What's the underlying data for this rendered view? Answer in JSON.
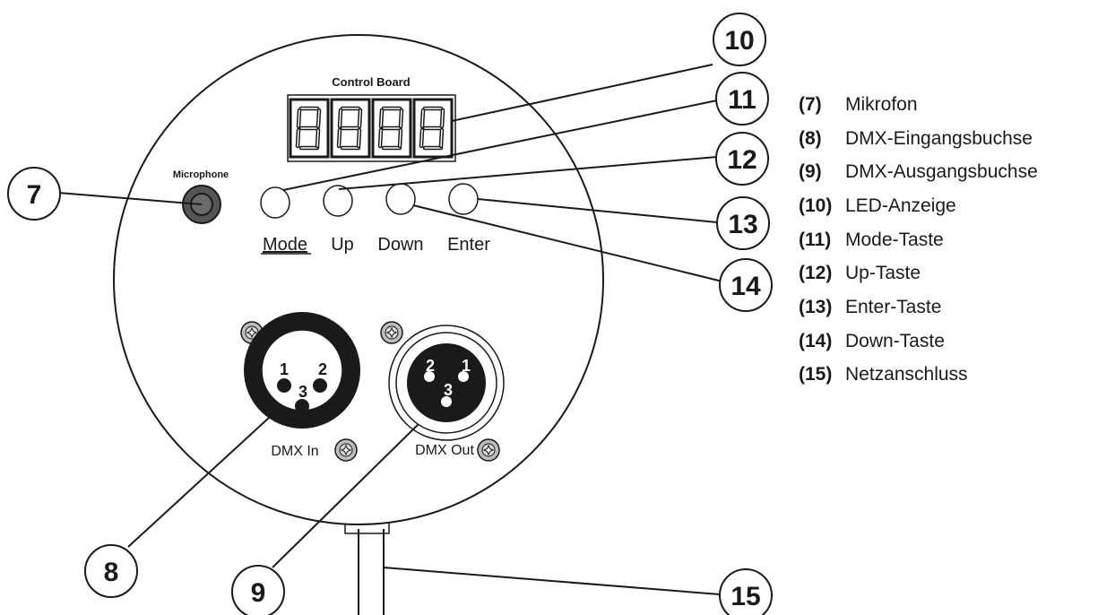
{
  "panel": {
    "control_board_label": "Control Board",
    "microphone_label": "Microphone",
    "buttons": [
      {
        "label": "Mode"
      },
      {
        "label": "Up"
      },
      {
        "label": "Down"
      },
      {
        "label": "Enter"
      }
    ],
    "dmx_in": {
      "label": "DMX In",
      "pins": [
        "1",
        "2",
        "3"
      ]
    },
    "dmx_out": {
      "label": "DMX Out",
      "pins": [
        "2",
        "1",
        "3"
      ]
    }
  },
  "callouts": [
    "7",
    "8",
    "9",
    "10",
    "11",
    "12",
    "13",
    "14",
    "15"
  ],
  "legend": [
    {
      "num": "(7)",
      "text": "Mikrofon"
    },
    {
      "num": "(8)",
      "text": "DMX-Eingangsbuchse"
    },
    {
      "num": "(9)",
      "text": "DMX-Ausgangsbuchse"
    },
    {
      "num": "(10)",
      "text": "LED-Anzeige"
    },
    {
      "num": "(11)",
      "text": "Mode-Taste"
    },
    {
      "num": "(12)",
      "text": "Up-Taste"
    },
    {
      "num": "(13)",
      "text": "Enter-Taste"
    },
    {
      "num": "(14)",
      "text": "Down-Taste"
    },
    {
      "num": "(15)",
      "text": "Netzanschluss"
    }
  ],
  "colors": {
    "line": "#1a1a1a",
    "microphone_fill": "#555555",
    "screw_fill": "#bdbdbd",
    "connector_fill": "#1a1a1a"
  }
}
